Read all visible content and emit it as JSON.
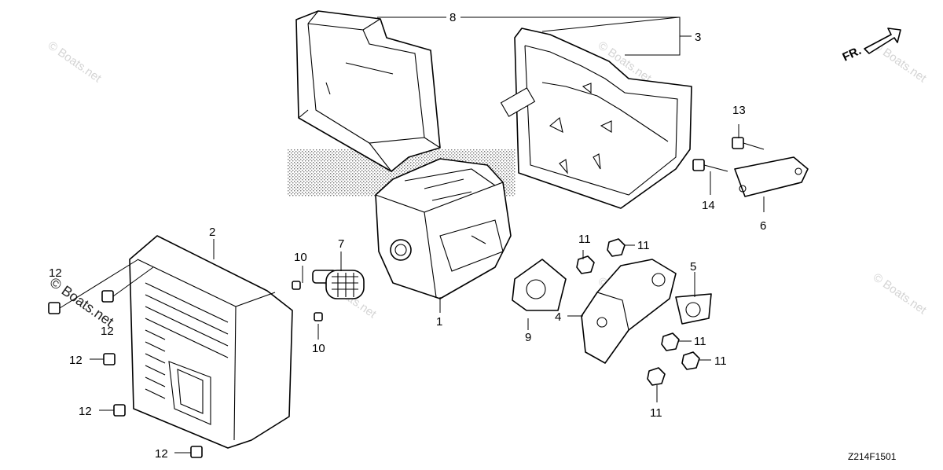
{
  "diagram": {
    "reference_code": "Z214F1501",
    "direction_indicator": "FR.",
    "watermark": "© Boats.net",
    "callouts": [
      {
        "id": "c1",
        "label": "1",
        "part": "muffler"
      },
      {
        "id": "c2",
        "label": "2",
        "part": "muffler-protector"
      },
      {
        "id": "c3",
        "label": "3",
        "part": "heat-shield-cover"
      },
      {
        "id": "c4",
        "label": "4",
        "part": "exhaust-pipe"
      },
      {
        "id": "c5",
        "label": "5",
        "part": "gasket"
      },
      {
        "id": "c6",
        "label": "6",
        "part": "stay-bracket"
      },
      {
        "id": "c7",
        "label": "7",
        "part": "spark-arrester"
      },
      {
        "id": "c8",
        "label": "8",
        "part": "heat-insulator"
      },
      {
        "id": "c9",
        "label": "9",
        "part": "muffler-gasket"
      },
      {
        "id": "c10a",
        "label": "10",
        "part": "screw"
      },
      {
        "id": "c10b",
        "label": "10",
        "part": "screw"
      },
      {
        "id": "c11a",
        "label": "11",
        "part": "nut"
      },
      {
        "id": "c11b",
        "label": "11",
        "part": "nut"
      },
      {
        "id": "c11c",
        "label": "11",
        "part": "nut"
      },
      {
        "id": "c11d",
        "label": "11",
        "part": "nut"
      },
      {
        "id": "c11e",
        "label": "11",
        "part": "nut"
      },
      {
        "id": "c12a",
        "label": "12",
        "part": "bolt"
      },
      {
        "id": "c12b",
        "label": "12",
        "part": "bolt"
      },
      {
        "id": "c12c",
        "label": "12",
        "part": "bolt"
      },
      {
        "id": "c12d",
        "label": "12",
        "part": "bolt"
      },
      {
        "id": "c12e",
        "label": "12",
        "part": "bolt"
      },
      {
        "id": "c13",
        "label": "13",
        "part": "flange-bolt"
      },
      {
        "id": "c14",
        "label": "14",
        "part": "flange-bolt"
      }
    ]
  }
}
